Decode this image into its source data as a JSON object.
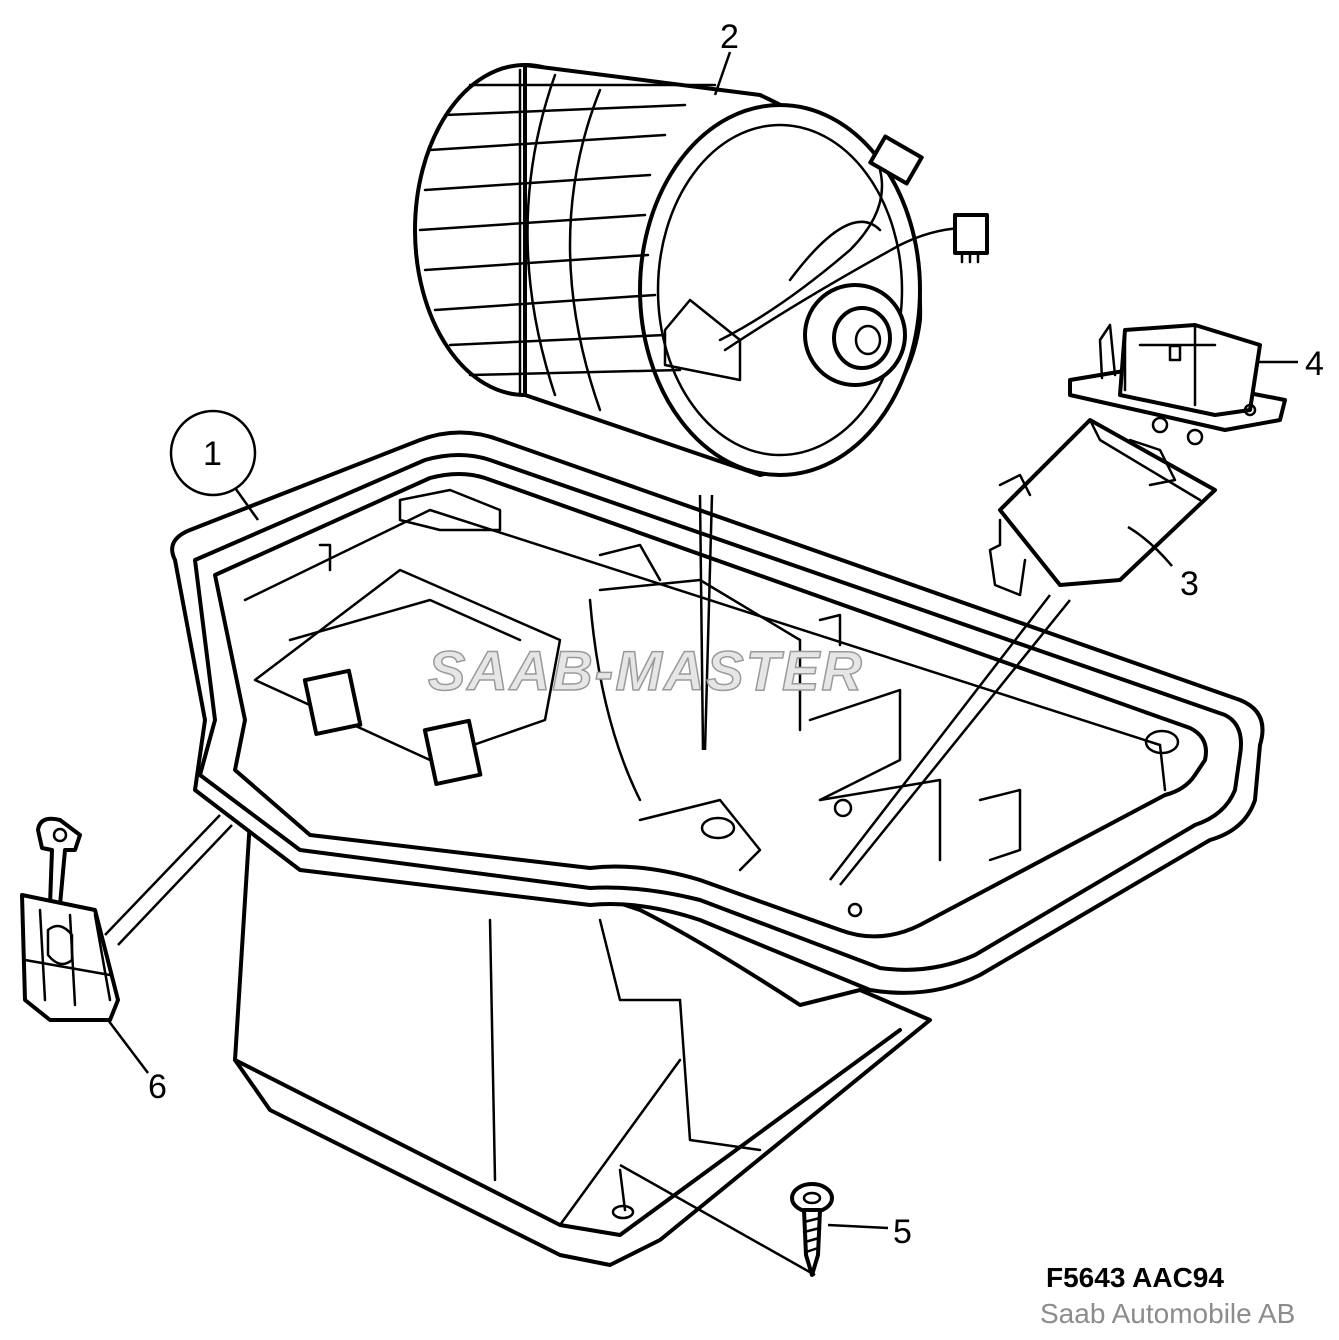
{
  "callouts": {
    "c1": "1",
    "c2": "2",
    "c3": "3",
    "c4": "4",
    "c5": "5",
    "c6": "6"
  },
  "watermark": "SAAB-MASTER",
  "figure_code": "F5643 AAC94",
  "copyright": "Saab Automobile AB"
}
